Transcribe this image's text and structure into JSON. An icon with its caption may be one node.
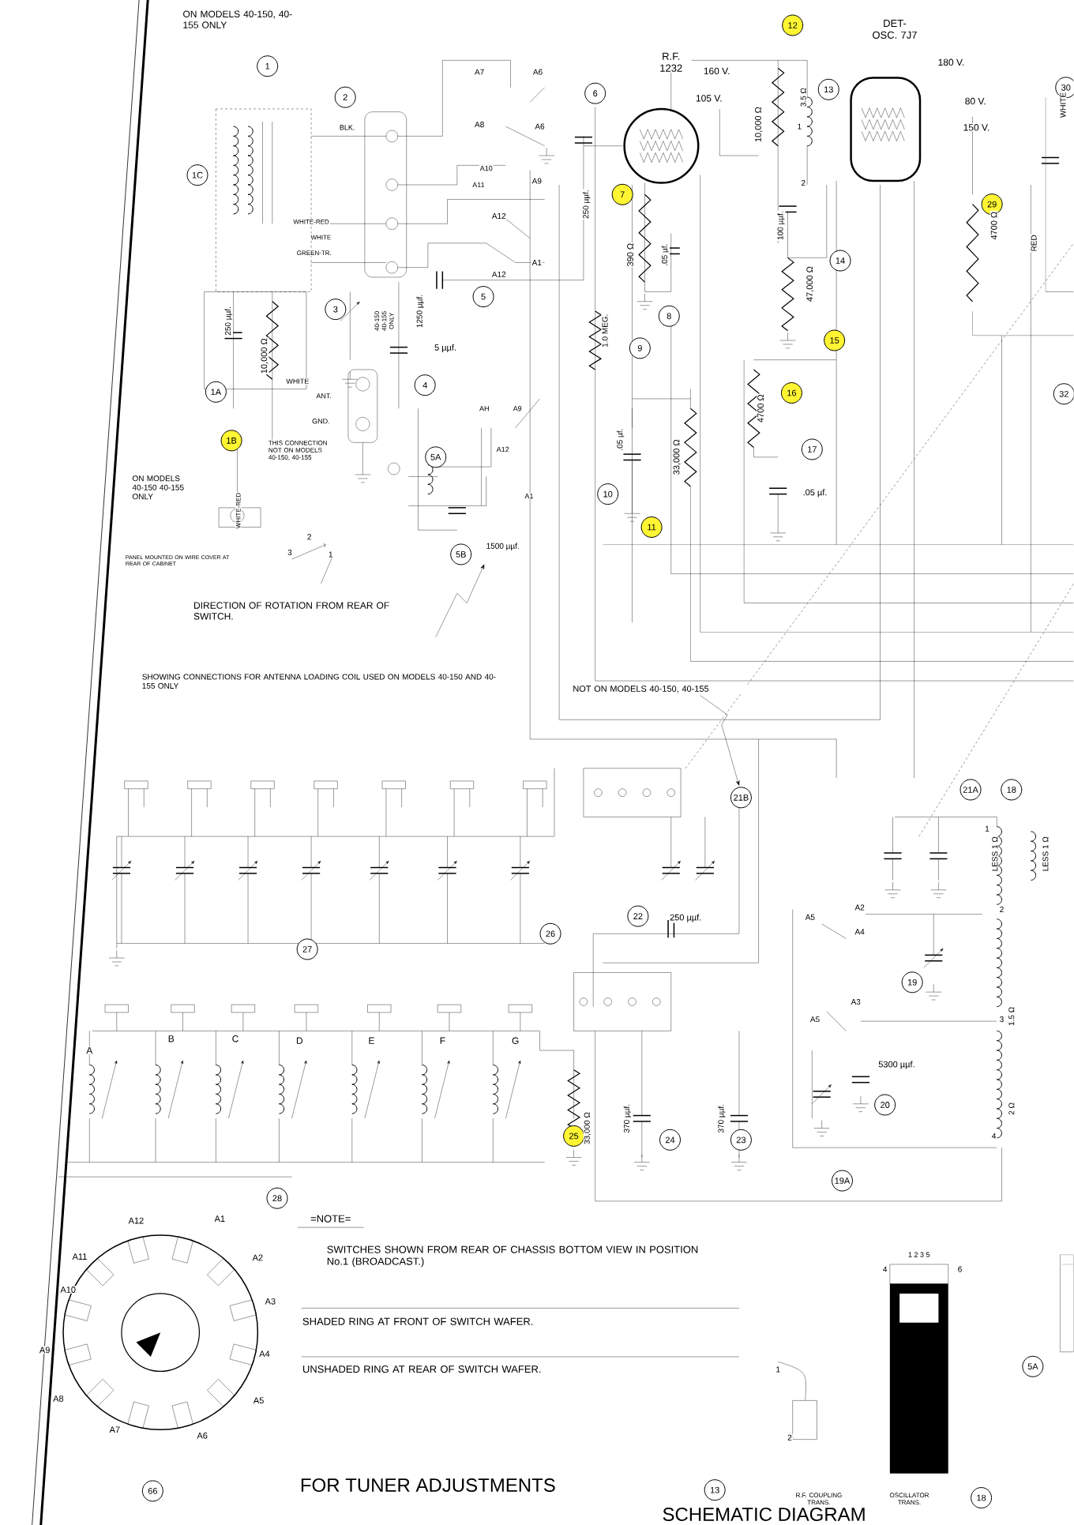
{
  "diagram": {
    "title": "SCHEMATIC DIAGRAM",
    "nodes": [
      {
        "text": [
          "1"
        ]
      },
      {
        "text": [
          "2"
        ]
      },
      {
        "text": [
          "1C"
        ]
      },
      {
        "text": [
          "6"
        ]
      },
      {
        "text": [
          "12"
        ]
      },
      {
        "text": [
          "13"
        ]
      },
      {
        "text": [
          "30"
        ]
      },
      {
        "text": [
          "7"
        ]
      },
      {
        "text": [
          "29"
        ]
      },
      {
        "text": [
          "14"
        ]
      },
      {
        "text": [
          "3"
        ]
      },
      {
        "text": [
          "5"
        ]
      },
      {
        "text": [
          "8"
        ]
      },
      {
        "text": [
          "15"
        ]
      },
      {
        "text": [
          "9"
        ]
      },
      {
        "text": [
          "4"
        ]
      },
      {
        "text": [
          "1A"
        ]
      },
      {
        "text": [
          "32"
        ]
      },
      {
        "text": [
          "16"
        ]
      },
      {
        "text": [
          "1B"
        ]
      },
      {
        "text": [
          "17"
        ]
      },
      {
        "text": [
          "5A"
        ]
      },
      {
        "text": [
          "10"
        ]
      },
      {
        "text": [
          "11"
        ]
      },
      {
        "text": [
          "5B"
        ]
      },
      {
        "text": [
          "21B"
        ]
      },
      {
        "text": [
          "21A"
        ]
      },
      {
        "text": [
          "18"
        ]
      },
      {
        "text": [
          "22"
        ]
      },
      {
        "text": [
          "26"
        ]
      },
      {
        "text": [
          "27"
        ]
      },
      {
        "text": [
          "19"
        ]
      },
      {
        "text": [
          "20"
        ]
      },
      {
        "text": [
          "24"
        ]
      },
      {
        "text": [
          "23"
        ]
      },
      {
        "text": [
          "25"
        ]
      },
      {
        "text": [
          "19A"
        ]
      },
      {
        "text": [
          "28"
        ]
      },
      {
        "text": [
          "5A"
        ]
      },
      {
        "text": [
          "66"
        ]
      },
      {
        "text": [
          "13"
        ]
      },
      {
        "text": [
          "18"
        ]
      }
    ],
    "labels": [
      "ON MODELS 40-150, 40-155 ONLY",
      "R.F. 1232",
      "DET-OSC. 7J7",
      "160 V.",
      "105 V.",
      "180 V.",
      "80 V.",
      "150 V.",
      "WHITE",
      "RED",
      "BLK.",
      "WHITE-RED",
      "WHITE",
      "GREEN-TR.",
      "A7",
      "A6",
      "A8",
      "A6",
      "A10",
      "A11",
      "A9",
      "A12",
      "A12",
      "A1",
      "250 µµf.",
      "10,000 Ω",
      "1250 µµf.",
      "5 µµf.",
      "40-150 40-155 ONLY",
      "250 µµf.",
      "390 Ω",
      ".05 µf.",
      "10,000 Ω",
      "3.5 Ω",
      "100 µµf.",
      "47,000 Ω",
      "4700 Ω",
      "1.0 MEG.",
      ".05 µf.",
      "33,000 Ω",
      "4700 Ω",
      ".05 µf.",
      "WHITE",
      "ANT.",
      "GND.",
      "THIS CONNECTION NOT ON MODELS 40-150, 40-155",
      "ON MODELS 40-150 40-155 ONLY",
      "WHITE-RED",
      "PANEL MOUNTED ON WIRE COVER AT REAR OF CABINET",
      "3",
      "2",
      "1",
      "1500 µµf.",
      "AH",
      "A9",
      "A12",
      "A1",
      "DIRECTION OF ROTATION FROM REAR OF SWITCH.",
      "SHOWING CONNECTIONS FOR ANTENNA LOADING COIL USED ON MODELS 40-150 AND 40-155 ONLY",
      "NOT ON MODELS 40-150, 40-155",
      "250 µµf.",
      "A5",
      "A2",
      "A4",
      "A3",
      "A5",
      "LESS 1 Ω",
      "LESS 1 Ω",
      "1.5 Ω",
      "2 Ω",
      "5300 µµf.",
      "33,000 Ω",
      "370 µµf.",
      "370 µµf.",
      "A",
      "B",
      "C",
      "D",
      "E",
      "F",
      "G",
      "=NOTE=",
      "SWITCHES SHOWN FROM REAR OF CHASSIS BOTTOM VIEW IN POSITION No.1 (BROADCAST.)",
      "SHADED RING AT FRONT OF SWITCH WAFER.",
      "UNSHADED RING AT REAR OF SWITCH WAFER.",
      "A12",
      "A1",
      "A2",
      "A3",
      "A4",
      "A5",
      "A6",
      "A7",
      "A8",
      "A9",
      "A10",
      "A11",
      "FOR TUNER ADJUSTMENTS",
      "R.F. COUPLING TRANS.",
      "OSCILLATOR TRANS.",
      "1 2 3 5",
      "4",
      "6",
      "1",
      "2",
      "1",
      "2",
      "3",
      "4",
      "1",
      "2"
    ]
  }
}
